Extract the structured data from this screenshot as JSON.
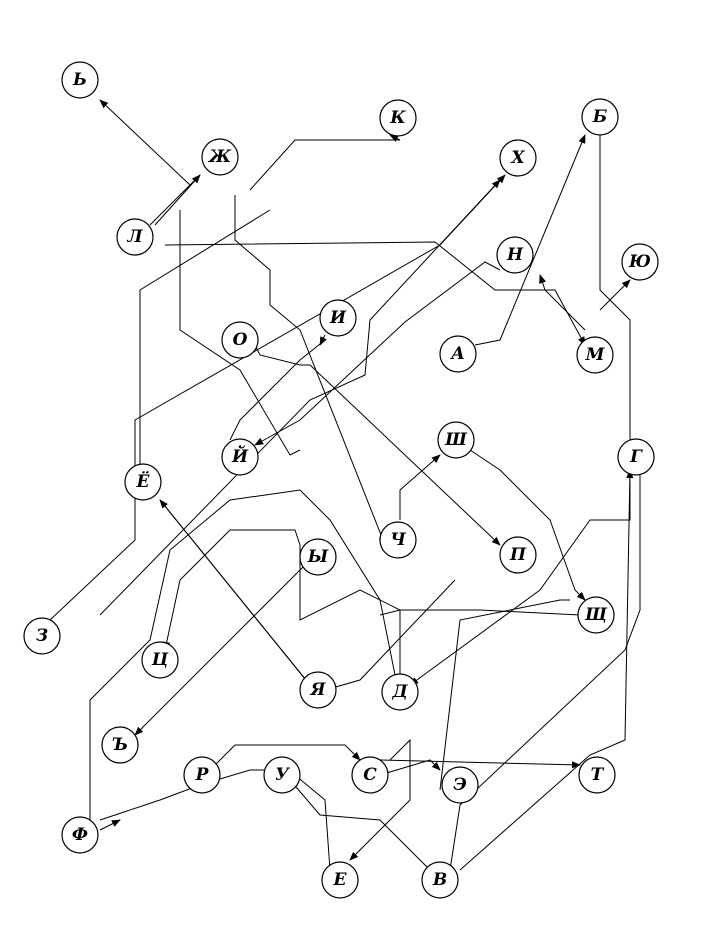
{
  "diagram": {
    "nodes": [
      {
        "id": "b_soft",
        "label": "Ь"
      },
      {
        "id": "k",
        "label": "К"
      },
      {
        "id": "zh",
        "label": "Ж"
      },
      {
        "id": "b",
        "label": "Б"
      },
      {
        "id": "h",
        "label": "Х"
      },
      {
        "id": "l",
        "label": "Л"
      },
      {
        "id": "n",
        "label": "Н"
      },
      {
        "id": "yu",
        "label": "Ю"
      },
      {
        "id": "o",
        "label": "О"
      },
      {
        "id": "i",
        "label": "И"
      },
      {
        "id": "a",
        "label": "А"
      },
      {
        "id": "m",
        "label": "М"
      },
      {
        "id": "sh",
        "label": "Ш"
      },
      {
        "id": "j",
        "label": "Й"
      },
      {
        "id": "g",
        "label": "Г"
      },
      {
        "id": "yo",
        "label": "Ё"
      },
      {
        "id": "ch",
        "label": "Ч"
      },
      {
        "id": "p",
        "label": "П"
      },
      {
        "id": "y",
        "label": "Ы"
      },
      {
        "id": "shch",
        "label": "Щ"
      },
      {
        "id": "z",
        "label": "З"
      },
      {
        "id": "ts",
        "label": "Ц"
      },
      {
        "id": "ya",
        "label": "Я"
      },
      {
        "id": "d",
        "label": "Д"
      },
      {
        "id": "hard",
        "label": "Ъ"
      },
      {
        "id": "r",
        "label": "Р"
      },
      {
        "id": "u",
        "label": "У"
      },
      {
        "id": "s",
        "label": "С"
      },
      {
        "id": "t",
        "label": "Т"
      },
      {
        "id": "e",
        "label": "Э"
      },
      {
        "id": "f",
        "label": "Ф"
      },
      {
        "id": "ye",
        "label": "Е"
      },
      {
        "id": "v",
        "label": "В"
      }
    ]
  }
}
